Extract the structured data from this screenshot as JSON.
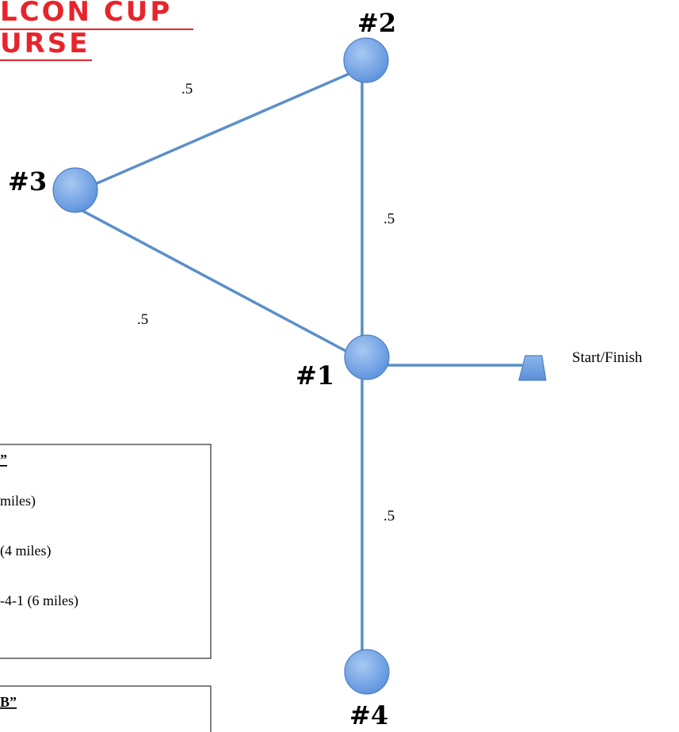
{
  "title": {
    "line1": "LCON CUP",
    "line2": "URSE",
    "color": "#e8242b"
  },
  "nodes": [
    {
      "id": "1",
      "label": "#1"
    },
    {
      "id": "2",
      "label": "#2"
    },
    {
      "id": "3",
      "label": "#3"
    },
    {
      "id": "4",
      "label": "#4"
    }
  ],
  "edges": [
    {
      "from": "3",
      "to": "2",
      "label": ".5"
    },
    {
      "from": "2",
      "to": "1",
      "label": ".5"
    },
    {
      "from": "3",
      "to": "1",
      "label": ".5"
    },
    {
      "from": "1",
      "to": "4",
      "label": ".5"
    },
    {
      "from": "1",
      "to": "finish",
      "label": ""
    }
  ],
  "start_finish": {
    "label": "Start/Finish"
  },
  "legend_a": {
    "heading": "”",
    "lines": [
      "miles)",
      "(4 miles)",
      "-4-1 (6 miles)"
    ]
  },
  "legend_b": {
    "heading": "B”"
  },
  "colors": {
    "node_fill": "#6fa3e6",
    "edge": "#5b8fc9",
    "title": "#e8242b"
  }
}
